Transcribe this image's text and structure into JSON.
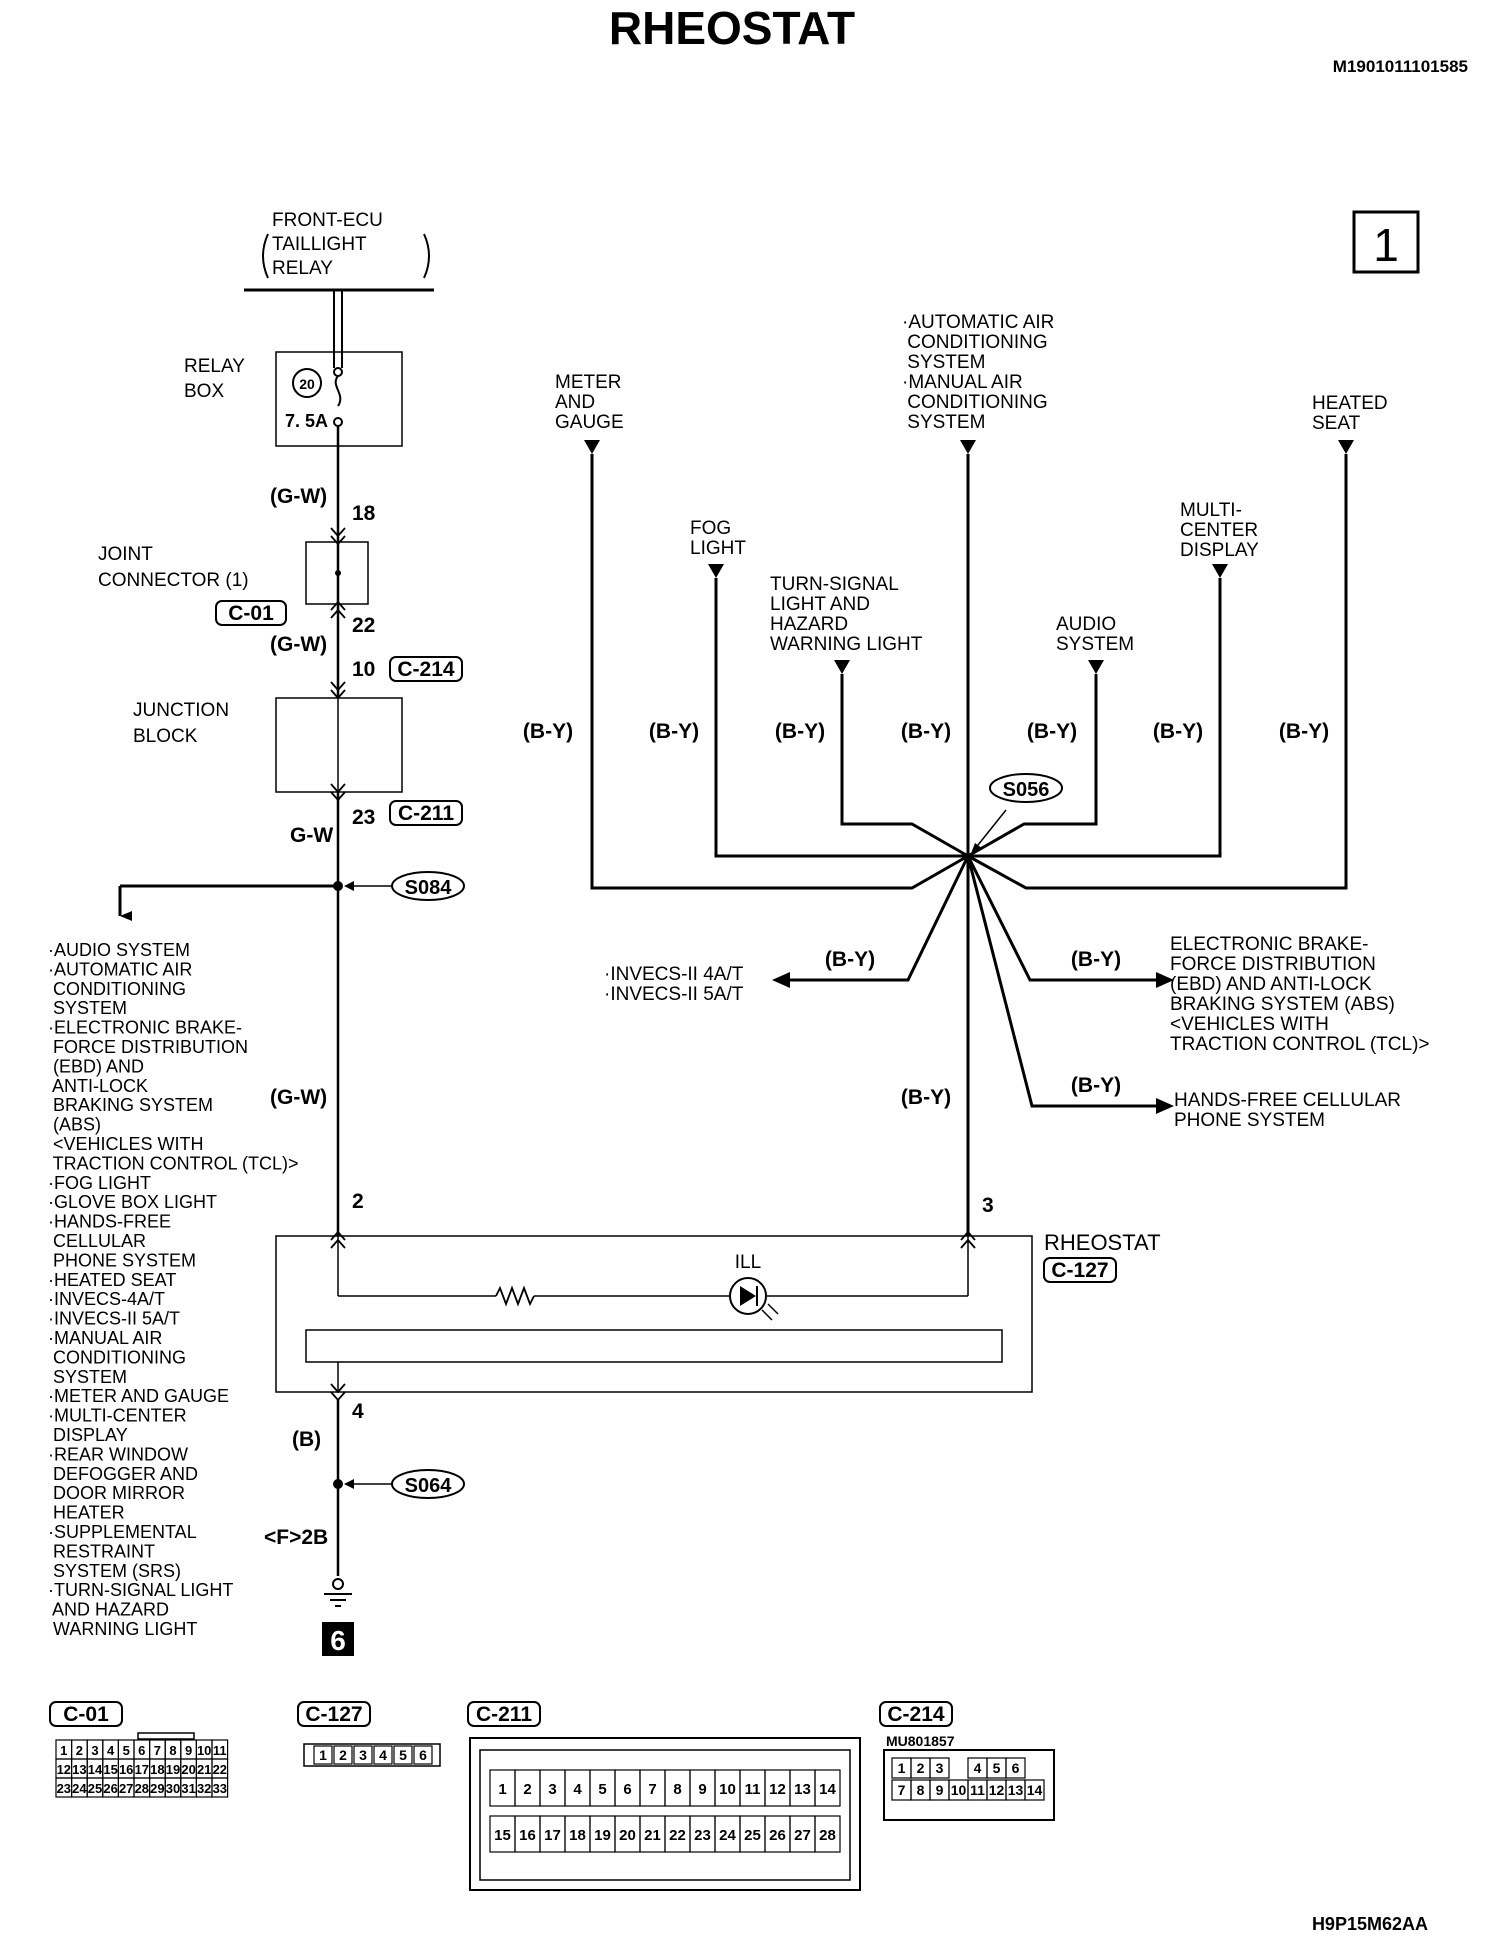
{
  "title": "RHEOSTAT",
  "doc_code": "M1901011101585",
  "fig_code": "H9P15M62AA",
  "page_box": "1",
  "ground_box": "6",
  "front_ecu": [
    "FRONT-ECU",
    "TAILLIGHT",
    "RELAY"
  ],
  "relay_box": [
    "RELAY",
    "BOX"
  ],
  "fuse_num": "20",
  "fuse_rating": "7. 5A",
  "joint_connector": [
    "JOINT",
    "CONNECTOR (1)"
  ],
  "junction_block": [
    "JUNCTION",
    "BLOCK"
  ],
  "rheostat": {
    "name": "RHEOSTAT",
    "ill": "ILL"
  },
  "wire_colors": {
    "gw": "(G-W)",
    "gw_plain": "G-W",
    "by": "(B-Y)",
    "b": "(B)"
  },
  "pins": {
    "p18": "18",
    "p22": "22",
    "p10": "10",
    "p23": "23",
    "p2": "2",
    "p3": "3",
    "p4": "4",
    "f2b": "<F>2B"
  },
  "connectors": {
    "c01": "C-01",
    "c214": "C-214",
    "c211": "C-211",
    "c127": "C-127"
  },
  "splices": {
    "s084": "S084",
    "s056": "S056",
    "s064": "S064"
  },
  "dest_meter": [
    "METER",
    "AND",
    "GAUGE"
  ],
  "dest_fog": [
    "FOG",
    "LIGHT"
  ],
  "dest_turn": [
    "TURN-SIGNAL",
    "LIGHT AND",
    "HAZARD",
    "WARNING LIGHT"
  ],
  "dest_ac": [
    "·AUTOMATIC AIR",
    " CONDITIONING",
    " SYSTEM",
    "·MANUAL AIR",
    " CONDITIONING",
    " SYSTEM"
  ],
  "dest_audio": [
    "AUDIO",
    "SYSTEM"
  ],
  "dest_multi": [
    "MULTI-",
    "CENTER",
    "DISPLAY"
  ],
  "dest_heated": [
    "HEATED",
    "SEAT"
  ],
  "dest_invecs": [
    "·INVECS-II 4A/T",
    "·INVECS-II 5A/T"
  ],
  "dest_ebd": [
    "ELECTRONIC BRAKE-",
    "FORCE DISTRIBUTION",
    "(EBD) AND ANTI-LOCK",
    "BRAKING SYSTEM (ABS)",
    "<VEHICLES WITH",
    "TRACTION CONTROL (TCL)>"
  ],
  "dest_handsfree": [
    "HANDS-FREE CELLULAR",
    "PHONE SYSTEM"
  ],
  "left_list": [
    "·AUDIO SYSTEM",
    "·AUTOMATIC AIR",
    " CONDITIONING",
    " SYSTEM",
    "·ELECTRONIC BRAKE-",
    " FORCE DISTRIBUTION",
    " (EBD) AND",
    " ANTI-LOCK",
    " BRAKING SYSTEM",
    " (ABS)",
    " <VEHICLES WITH",
    " TRACTION CONTROL (TCL)>",
    "·FOG LIGHT",
    "·GLOVE BOX LIGHT",
    "·HANDS-FREE",
    " CELLULAR",
    " PHONE SYSTEM",
    "·HEATED SEAT",
    "·INVECS-4A/T",
    "·INVECS-II 5A/T",
    "·MANUAL AIR",
    " CONDITIONING",
    " SYSTEM",
    "·METER AND GAUGE",
    "·MULTI-CENTER",
    " DISPLAY",
    "·REAR WINDOW",
    " DEFOGGER AND",
    " DOOR MIRROR",
    " HEATER",
    "·SUPPLEMENTAL",
    " RESTRAINT",
    " SYSTEM (SRS)",
    "·TURN-SIGNAL LIGHT",
    " AND HAZARD",
    " WARNING LIGHT"
  ],
  "conn_c01": {
    "label": "C-01",
    "rows": [
      [
        "1",
        "2",
        "3",
        "4",
        "5",
        "6",
        "7",
        "8",
        "9",
        "10",
        "11"
      ],
      [
        "12",
        "13",
        "14",
        "15",
        "16",
        "17",
        "18",
        "19",
        "20",
        "21",
        "22"
      ],
      [
        "23",
        "24",
        "25",
        "26",
        "27",
        "28",
        "29",
        "30",
        "31",
        "32",
        "33"
      ]
    ]
  },
  "conn_c127": {
    "label": "C-127",
    "pins": [
      "1",
      "2",
      "3",
      "4",
      "5",
      "6"
    ]
  },
  "conn_c211": {
    "label": "C-211",
    "rows": [
      [
        "1",
        "2",
        "3",
        "4",
        "5",
        "6",
        "7",
        "8",
        "9",
        "10",
        "11",
        "12",
        "13",
        "14"
      ],
      [
        "15",
        "16",
        "17",
        "18",
        "19",
        "20",
        "21",
        "22",
        "23",
        "24",
        "25",
        "26",
        "27",
        "28"
      ]
    ]
  },
  "conn_c214": {
    "label": "C-214",
    "part": "MU801857",
    "rows": [
      [
        "1",
        "2",
        "3",
        "",
        "4",
        "5",
        "6"
      ],
      [
        "7",
        "8",
        "9",
        "10",
        "11",
        "12",
        "13",
        "14"
      ]
    ]
  }
}
